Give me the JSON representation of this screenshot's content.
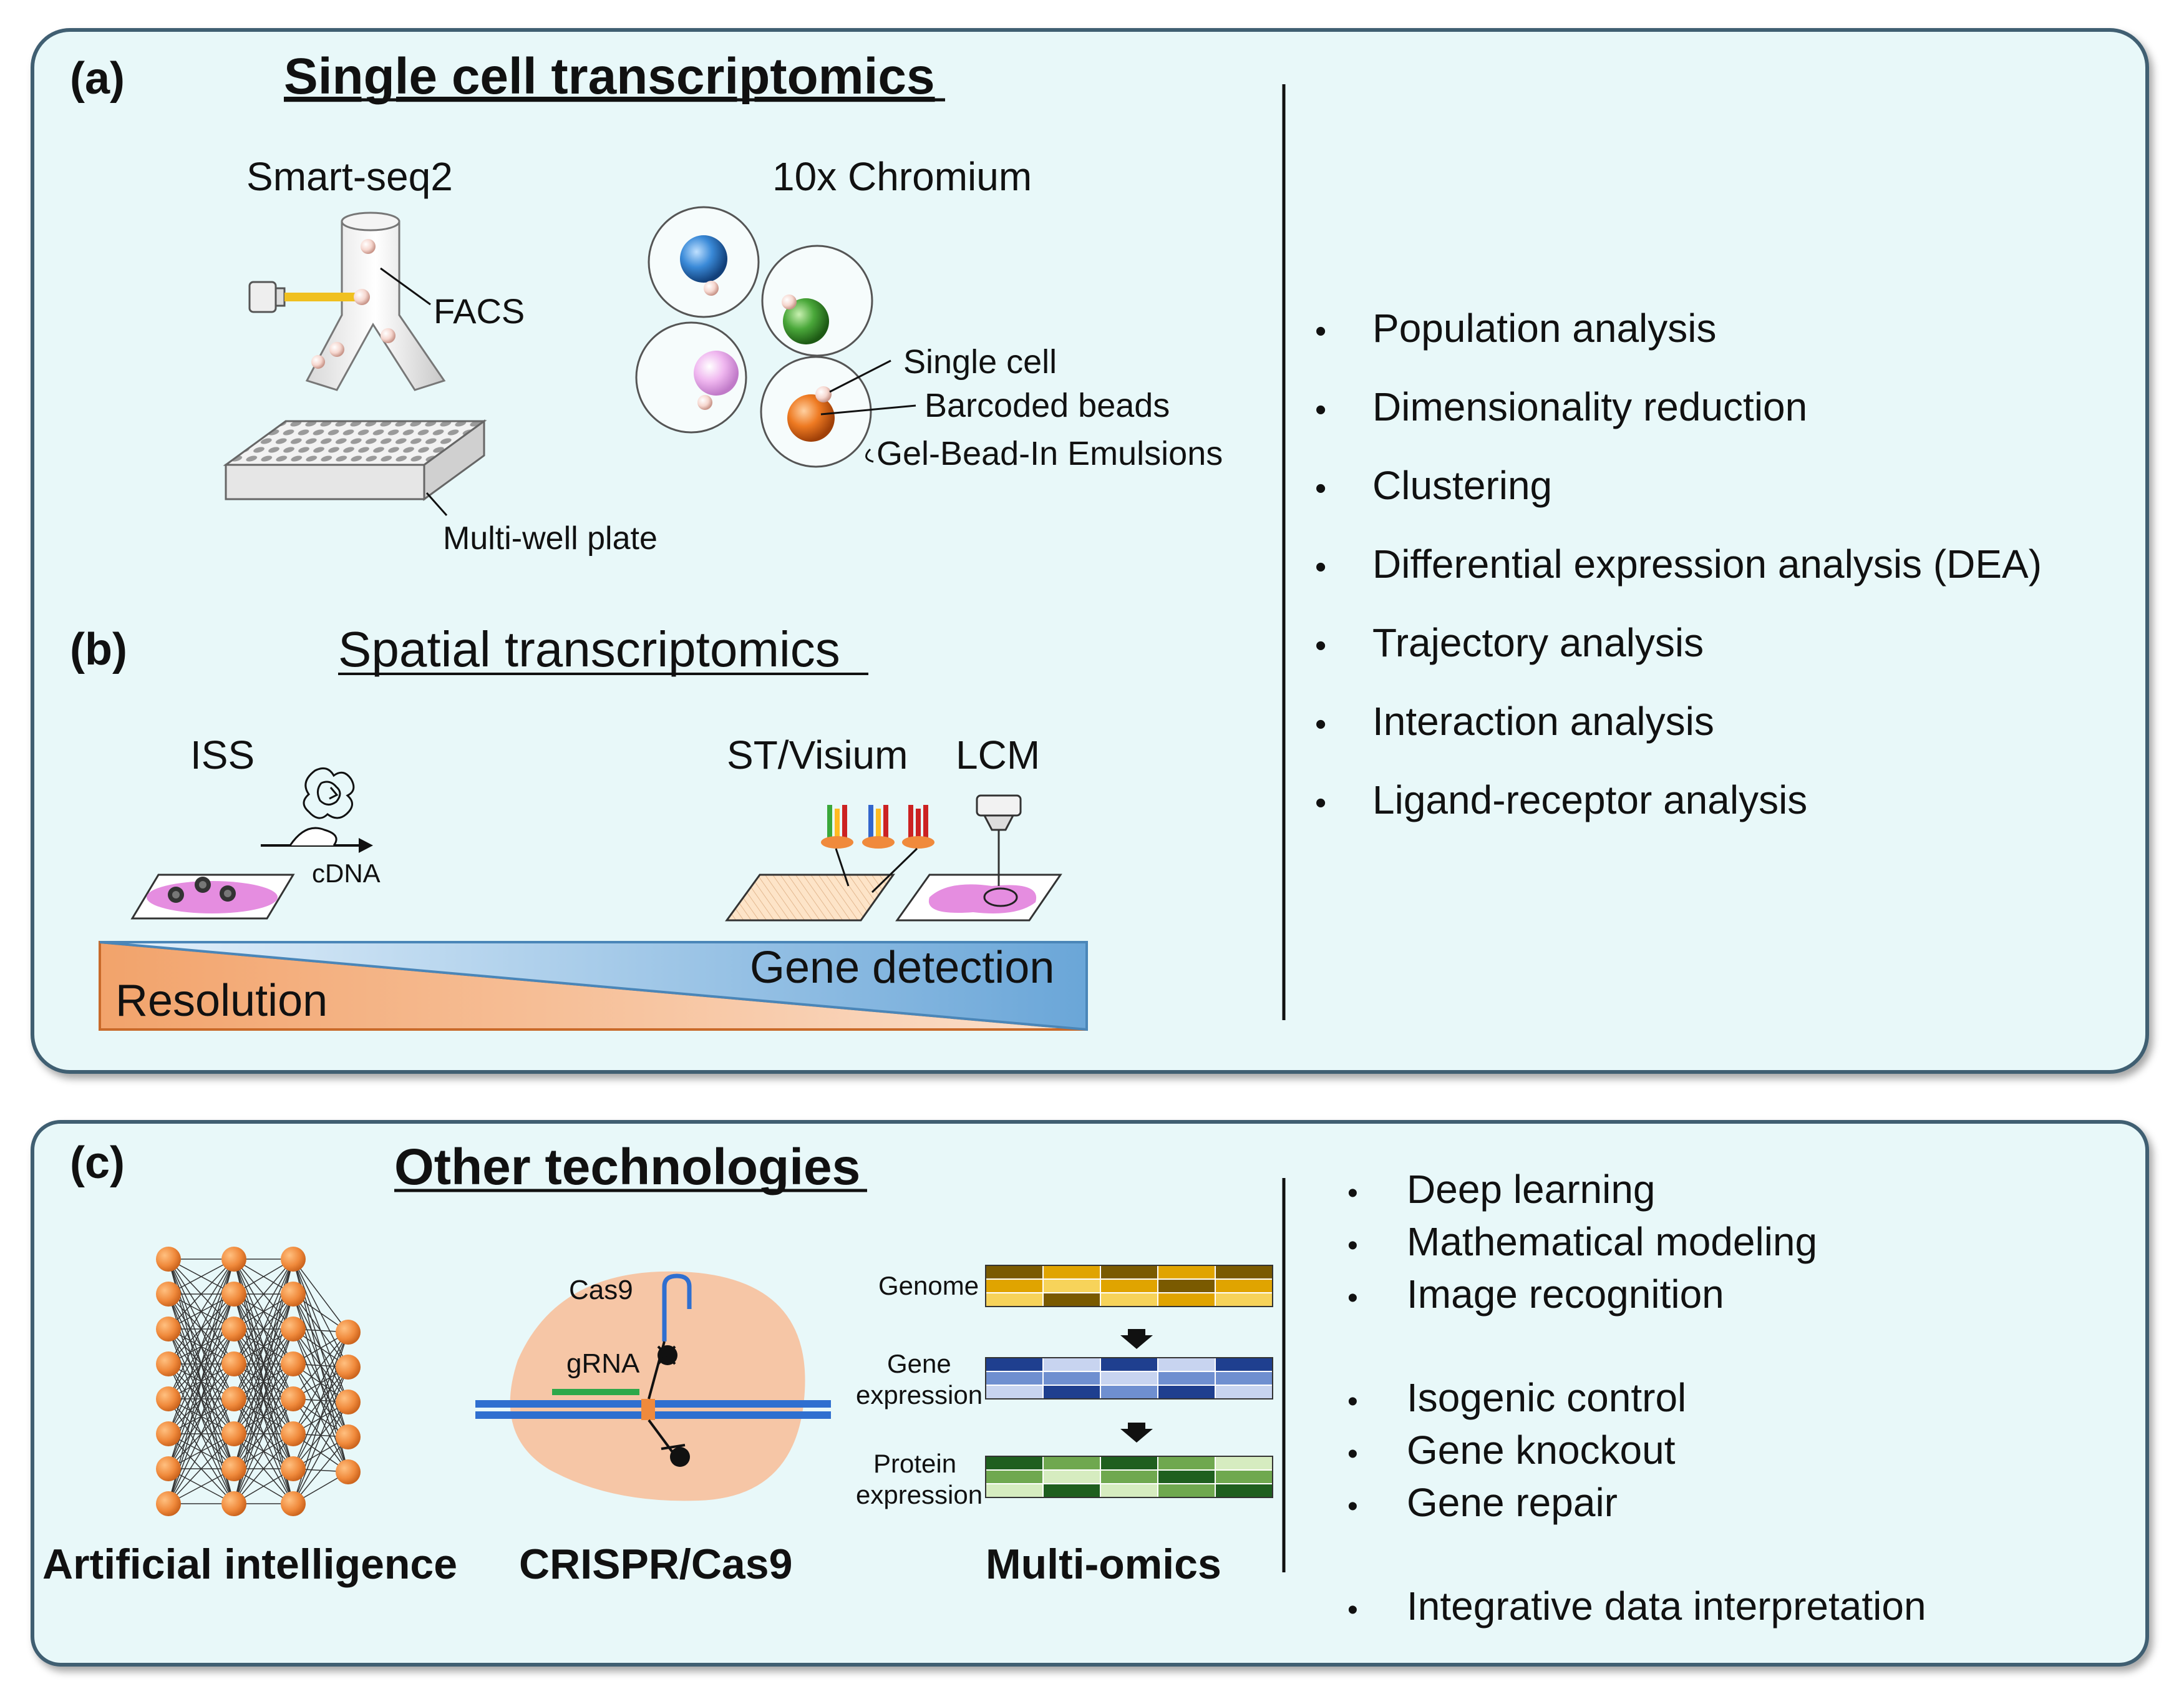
{
  "colors": {
    "panel_fill": "#e8f8f9",
    "panel_border": "#3f5f72",
    "node_orange": "#f08a3c",
    "genome": [
      "#7a5a00",
      "#e0a400",
      "#f7d35a"
    ],
    "gene_expression": [
      "#1f3f8f",
      "#6f8fd0",
      "#c8d4f0"
    ],
    "protein_expression": [
      "#1f5f1f",
      "#6fa84f",
      "#d6ecc0"
    ],
    "resolution_wedge": "#f2a36b",
    "gene_detection_wedge": "#6aa6d8"
  },
  "panel_a": {
    "letter": "(a)",
    "title": "Single cell transcriptomics",
    "smartseq_title": "Smart-seq2",
    "facs_label": "FACS",
    "plate_label": "Multi-well  plate",
    "chromium_title": "10x Chromium",
    "single_cell_label": "Single cell",
    "beads_label": "Barcoded beads",
    "gem_label": "Gel-Bead-In  Emulsions"
  },
  "panel_b": {
    "letter": "(b)",
    "title": "Spatial transcriptomics",
    "iss_label": "ISS",
    "cdna_label": "cDNA",
    "st_visium_label": "ST/Visium",
    "lcm_label": "LCM",
    "gene_detection_label": "Gene detection",
    "resolution_label": "Resolution"
  },
  "analysis_list": [
    "Population analysis",
    "Dimensionality reduction",
    "Clustering",
    "Differential expression analysis (DEA)",
    "Trajectory analysis",
    "Interaction analysis",
    "Ligand-receptor analysis"
  ],
  "panel_c": {
    "letter": "(c)",
    "title": "Other technologies",
    "ai_label": "Artificial intelligence",
    "crispr_label": "CRISPR/Cas9",
    "cas9_label": "Cas9",
    "grna_label": "gRNA",
    "multiomics_label": "Multi-omics",
    "genome_label": "Genome",
    "gene_expr_label": [
      "Gene",
      "expression"
    ],
    "protein_expr_label": [
      "Protein",
      "expression"
    ],
    "list_group1": [
      "Deep learning",
      "Mathematical modeling",
      "Image recognition"
    ],
    "list_group2": [
      "Isogenic control",
      "Gene knockout",
      "Gene repair"
    ],
    "list_group3": [
      "Integrative data interpretation"
    ]
  },
  "bullet": "•"
}
